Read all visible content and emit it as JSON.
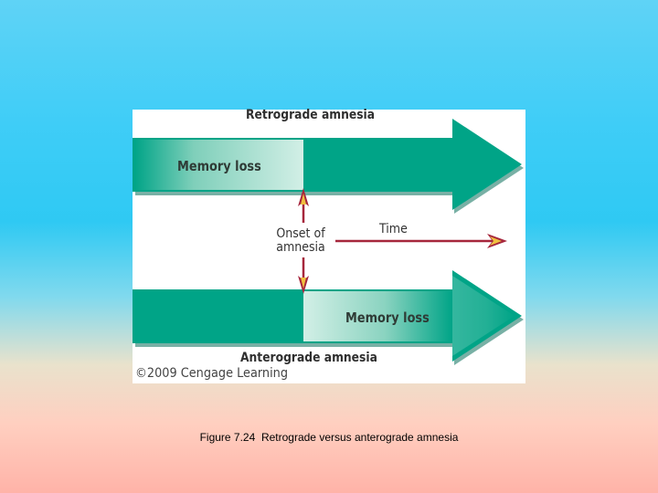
{
  "figure": {
    "retrograde_title": "Retrograde amnesia",
    "anterograde_title": "Anterograde amnesia",
    "top_bar_label": "Memory loss",
    "bottom_bar_label": "Memory loss",
    "onset_label": "Onset of amnesia",
    "time_label": "Time",
    "copyright": "©2009 Cengage Learning"
  },
  "caption": "Figure 7.24  Retrograde versus anterograde amnesia",
  "colors": {
    "teal": "#00a487",
    "light_teal": "#c7eadf",
    "arrow_red": "#a6263c",
    "arrow_tip_yellow": "#f0c040"
  }
}
